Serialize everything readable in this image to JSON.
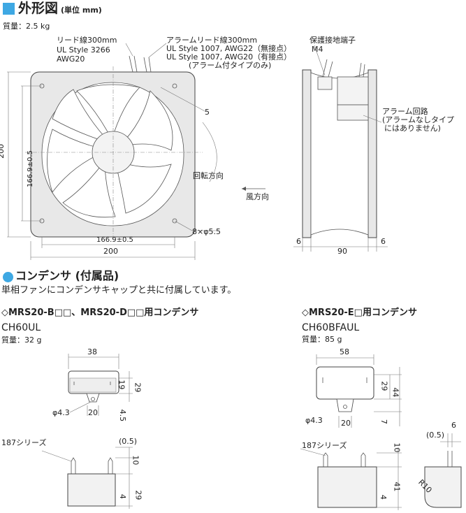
{
  "outline": {
    "title": "外形図",
    "unit": "(単位 mm)",
    "mass": "質量：2.5 kg",
    "lead_label": "リード線300mm",
    "lead_style": "UL Style 3266",
    "lead_awg": "AWG20",
    "alarm_lead": "アラームリード線300mm",
    "alarm_line1": "UL Style 1007, AWG22（無接点）",
    "alarm_line2": "UL Style 1007, AWG20（有接点）",
    "alarm_line3": "(アラーム付タイプのみ)",
    "ground_terminal": "保護接地端子",
    "ground_m4": "M4",
    "alarm_circuit": "アラーム回路",
    "alarm_circuit_note1": "(アラームなしタイプ",
    "alarm_circuit_note2": "にはありません)",
    "rotation": "回転方向",
    "airflow": "風方向",
    "dim_5": "5",
    "dim_200_v": "200",
    "dim_166_v": "166.9±0.5",
    "dim_166_h": "166.9±0.5",
    "dim_200_h": "200",
    "holes": "8×φ5.5",
    "side_6a": "6",
    "side_90": "90",
    "side_6b": "6"
  },
  "capacitor": {
    "title": "コンデンサ (付属品)",
    "desc": "単相ファンにコンデンサキャップと共に付属しています。",
    "left": {
      "title": "◇MRS20-B□□、MRS20-D□□用コンデンサ",
      "model": "CH60UL",
      "mass": "質量：32 g",
      "d38": "38",
      "d19": "19",
      "d29": "29",
      "d43": "φ4.3",
      "d20": "20",
      "d45": "4.5",
      "series": "187シリーズ",
      "d05": "(0.5)",
      "d10": "10",
      "d4": "4",
      "d29b": "29"
    },
    "right": {
      "title": "◇MRS20-E□用コンデンサ",
      "model": "CH60BFAUL",
      "mass": "質量：85 g",
      "d58": "58",
      "d29": "29",
      "d44": "44",
      "d43": "φ4.3",
      "d20": "20",
      "d7": "7",
      "series": "187シリーズ",
      "d10": "10",
      "d4": "4",
      "d41": "41",
      "d05": "(0.5)",
      "d6": "6",
      "r10": "R10"
    }
  }
}
